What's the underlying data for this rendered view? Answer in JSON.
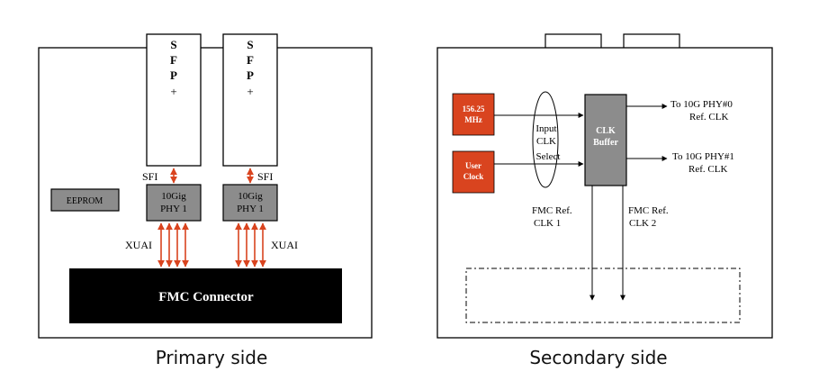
{
  "primary": {
    "sfp_labels": [
      [
        "S",
        "F",
        "P",
        "+"
      ],
      [
        "S",
        "F",
        "P",
        "+"
      ]
    ],
    "sfi_label": "SFI",
    "xuai_label": "XUAI",
    "eeprom": "EEPROM",
    "phy_line1": "10Gig",
    "phy_line2": "PHY 1",
    "fmc_connector": "FMC Connector",
    "caption": "Primary side"
  },
  "secondary": {
    "osc_line1": "156.25",
    "osc_line2": "MHz",
    "user_line1": "User",
    "user_line2": "Clock",
    "select_line1": "Input",
    "select_line2": "CLK",
    "select_line3": "Select",
    "buffer_line1": "CLK",
    "buffer_line2": "Buffer",
    "out0_line1": "To 10G PHY#0",
    "out0_line2": "Ref. CLK",
    "out1_line1": "To 10G PHY#1",
    "out1_line2": "Ref. CLK",
    "fmc1_line1": "FMC Ref.",
    "fmc1_line2": "CLK 1",
    "fmc2_line1": "FMC Ref.",
    "fmc2_line2": "CLK 2",
    "caption": "Secondary side"
  },
  "colors": {
    "red_block": "#d9441f",
    "gray_block": "#8c8c8c",
    "arrow_red": "#d9441f"
  }
}
